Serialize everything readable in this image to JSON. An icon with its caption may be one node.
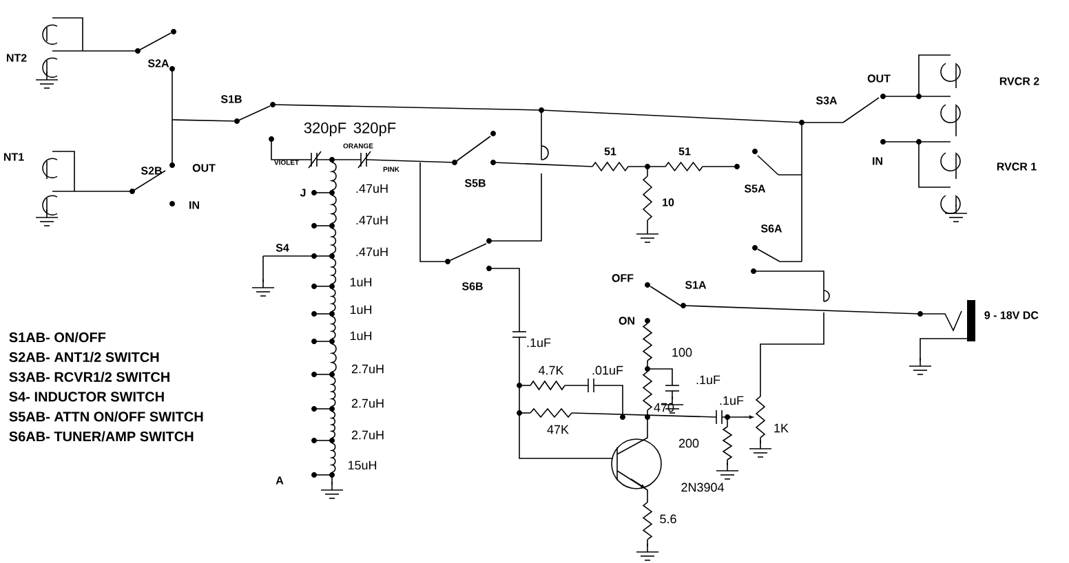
{
  "diagram": {
    "labels": [
      "NT2",
      "S2A",
      "S1B",
      "NT1",
      "S2B",
      "OUT",
      "IN",
      "320pF",
      "320pF",
      "ORANGE",
      "VIOLET",
      "PINK",
      "J",
      ".47uH",
      ".47uH",
      ".47uH",
      "1uH",
      "1uH",
      "1uH",
      "2.7uH",
      "2.7uH",
      "2.7uH",
      "15uH",
      "S4",
      "A",
      "S5B",
      "S6B",
      "51",
      "51",
      "10",
      "S5A",
      "S6A",
      "S3A",
      "OUT",
      "IN",
      "RVCR 2",
      "RVCR 1",
      "OFF",
      "S1A",
      "ON",
      "100",
      ".1uF",
      "4.7K",
      ".01uF",
      ".1uF",
      "47K",
      "470",
      ".1uF",
      "200",
      "1K",
      "2N3904",
      "5.6",
      "9 - 18V DC",
      "S1AB- ON/OFF",
      "S2AB- ANT1/2 SWITCH",
      "S3AB- RCVR1/2 SWITCH",
      "S4- INDUCTOR SWITCH",
      "S5AB- ATTN ON/OFF SWITCH",
      "S6AB- TUNER/AMP SWITCH"
    ]
  }
}
